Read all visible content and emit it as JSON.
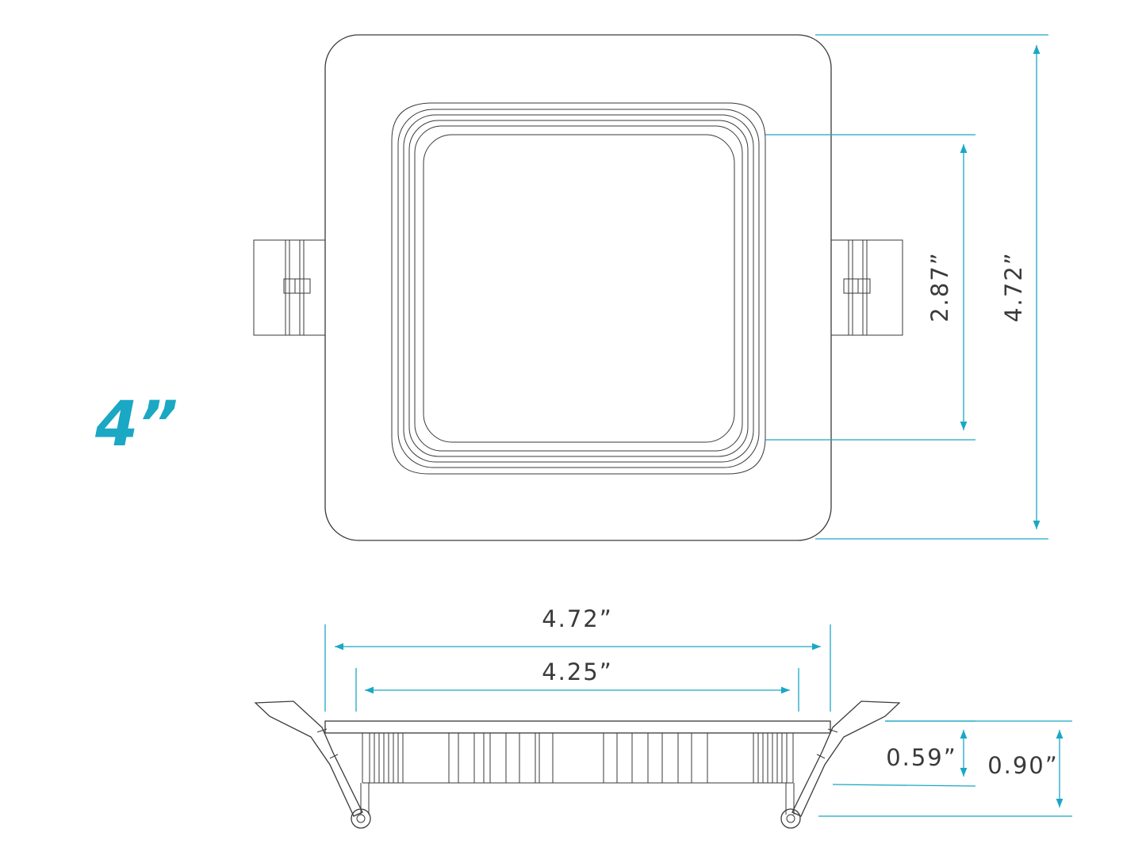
{
  "size_label": "4”",
  "dimensions": {
    "top_overall_height": "4.72”",
    "top_aperture_height": "2.87”",
    "side_overall_width": "4.72”",
    "side_cutout_width": "4.25”",
    "side_body_depth": "0.59”",
    "side_total_depth": "0.90”"
  },
  "colors": {
    "accent": "#1aa8c4",
    "line": "#3a3a3a"
  }
}
